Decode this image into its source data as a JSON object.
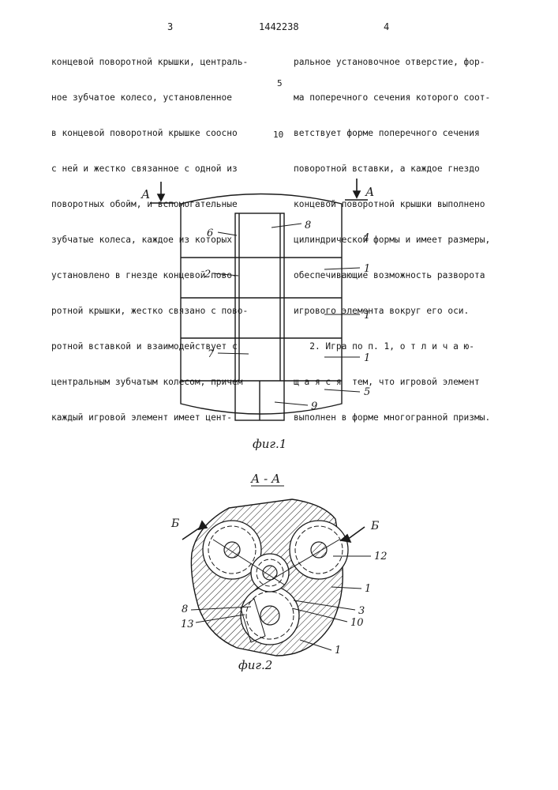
{
  "header": {
    "page_left": "3",
    "patent_number": "1442238",
    "page_right": "4"
  },
  "left_column": [
    "концевой поворотной крышки, централь-",
    "ное зубчатое колесо, установленное",
    "в концевой поворотной крышке соосно",
    "с ней и жестко связанное с одной из",
    "поворотных обойм, и вспомогательные",
    "зубчатые колеса, каждое из которых",
    "установлено в гнезде концевой пово-",
    "ротной крышки, жестко связано с пово-",
    "ротной вставкой и взаимодействует с",
    "центральным зубчатым колесом, причем",
    "каждый игровой элемент имеет цент-"
  ],
  "right_column": [
    "ральное установочное отверстие, фор-",
    "ма поперечного сечения которого соот-",
    "ветствует форме поперечного сечения",
    "поворотной вставки, а каждое гнездо",
    "концевой поворотной крышки выполнено",
    "цилиндрической формы и имеет размеры,",
    "обеспечивающие возможность разворота",
    "игрового элемента вокруг его оси.",
    "   2. Игра по п. 1, о т л и ч а ю-",
    "щ а я с я  тем, что игровой элемент",
    "выполнен в форме многогранной призмы."
  ],
  "line_numbers": [
    "5",
    "10"
  ],
  "figure1": {
    "caption": "фиг.1",
    "section_mark": "А",
    "labels": [
      "6",
      "8",
      "4",
      "2",
      "1",
      "1",
      "7",
      "1",
      "5",
      "9"
    ]
  },
  "figure2": {
    "title": "А - А",
    "caption": "фиг.2",
    "section_mark": "Б",
    "labels": [
      "12",
      "1",
      "8",
      "3",
      "13",
      "10",
      "1"
    ]
  }
}
